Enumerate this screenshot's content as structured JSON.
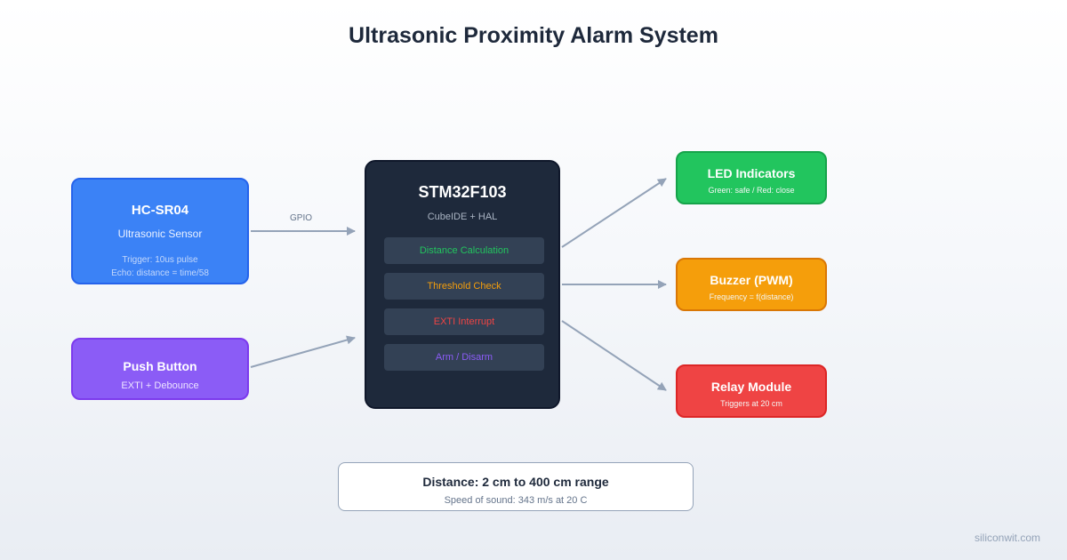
{
  "title": "Ultrasonic Proximity Alarm System",
  "sensor": {
    "title": "HC-SR04",
    "subtitle": "Ultrasonic Sensor",
    "detail1": "Trigger: 10us pulse",
    "detail2": "Echo: distance = time/58"
  },
  "push_button": {
    "title": "Push Button",
    "subtitle": "EXTI + Debounce"
  },
  "mcu": {
    "title": "STM32F103",
    "subtitle": "CubeIDE + HAL",
    "functions": [
      {
        "label": "Distance Calculation",
        "color": "#22c55e"
      },
      {
        "label": "Threshold Check",
        "color": "#f59e0b"
      },
      {
        "label": "EXTI Interrupt",
        "color": "#ef4444"
      },
      {
        "label": "Arm / Disarm",
        "color": "#8b5cf6"
      }
    ]
  },
  "connections": {
    "gpio_label": "GPIO"
  },
  "outputs": [
    {
      "title": "LED Indicators",
      "subtitle": "Green: safe / Red: close",
      "color": "#22c55e"
    },
    {
      "title": "Buzzer (PWM)",
      "subtitle": "Frequency = f(distance)",
      "color": "#f59e0b"
    },
    {
      "title": "Relay Module",
      "subtitle": "Triggers at 20 cm",
      "color": "#ef4444"
    }
  ],
  "info": {
    "title": "Distance: 2 cm to 400 cm range",
    "subtitle": "Speed of sound: 343 m/s at 20 C"
  },
  "brand": "siliconwit.com",
  "colors": {
    "arrow": "#94a3b8",
    "mcu_bg": "#1e293b",
    "sensor": "#3b82f6",
    "button": "#8b5cf6"
  }
}
